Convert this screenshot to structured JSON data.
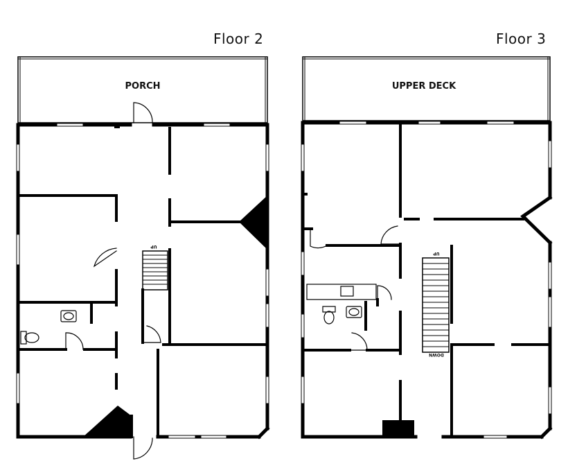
{
  "floors": [
    {
      "title": "Floor 2",
      "outdoor_label": "PORCH",
      "stair_label": "UP"
    },
    {
      "title": "Floor 3",
      "outdoor_label": "UPPER DECK",
      "stair_label": "UP",
      "stair_bottom_label": "DOWN"
    }
  ]
}
